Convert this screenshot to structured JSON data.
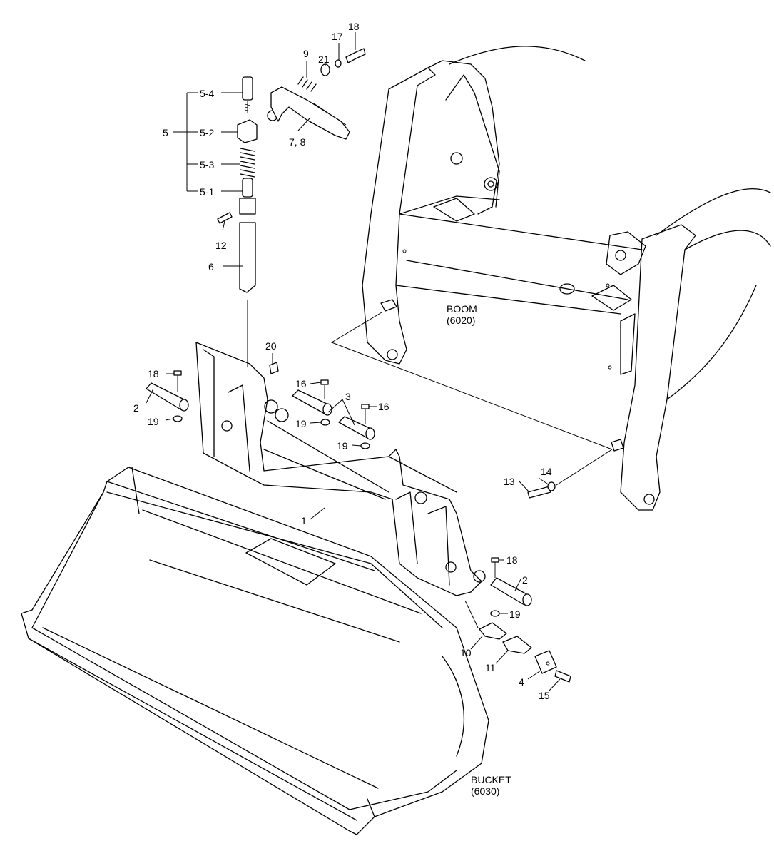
{
  "callouts": [
    {
      "id": "c1",
      "text": "1"
    },
    {
      "id": "c2a",
      "text": "2"
    },
    {
      "id": "c2b",
      "text": "2"
    },
    {
      "id": "c3",
      "text": "3"
    },
    {
      "id": "c4",
      "text": "4"
    },
    {
      "id": "c5",
      "text": "5"
    },
    {
      "id": "c5_1",
      "text": "5-1"
    },
    {
      "id": "c5_2",
      "text": "5-2"
    },
    {
      "id": "c5_3",
      "text": "5-3"
    },
    {
      "id": "c5_4",
      "text": "5-4"
    },
    {
      "id": "c6",
      "text": "6"
    },
    {
      "id": "c78",
      "text": "7, 8"
    },
    {
      "id": "c9",
      "text": "9"
    },
    {
      "id": "c10",
      "text": "10"
    },
    {
      "id": "c11",
      "text": "11"
    },
    {
      "id": "c12",
      "text": "12"
    },
    {
      "id": "c13",
      "text": "13"
    },
    {
      "id": "c14",
      "text": "14"
    },
    {
      "id": "c15",
      "text": "15"
    },
    {
      "id": "c16a",
      "text": "16"
    },
    {
      "id": "c16b",
      "text": "16"
    },
    {
      "id": "c17",
      "text": "17"
    },
    {
      "id": "c18a",
      "text": "18"
    },
    {
      "id": "c18b",
      "text": "18"
    },
    {
      "id": "c18c",
      "text": "18"
    },
    {
      "id": "c19a",
      "text": "19"
    },
    {
      "id": "c19b",
      "text": "19"
    },
    {
      "id": "c19c",
      "text": "19"
    },
    {
      "id": "c19d",
      "text": "19"
    },
    {
      "id": "c20",
      "text": "20"
    },
    {
      "id": "c21",
      "text": "21"
    }
  ],
  "assemblies": {
    "boom": {
      "name": "BOOM",
      "ref": "(6020)"
    },
    "bucket": {
      "name": "BUCKET",
      "ref": "(6030)"
    }
  }
}
